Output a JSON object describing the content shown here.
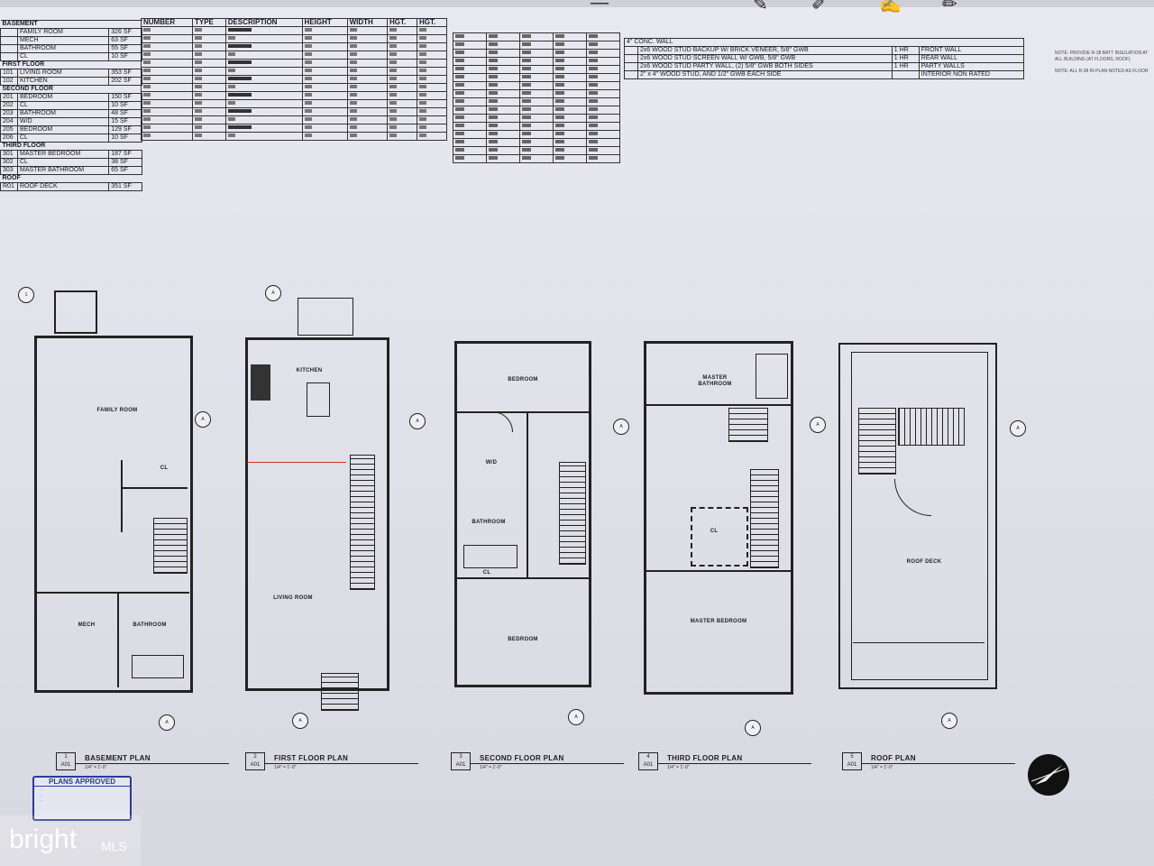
{
  "toolbar": {
    "icons": [
      "ellipsis-icon",
      "comment-icon",
      "pen-icon",
      "sign-icon",
      "edit-icon"
    ]
  },
  "room_schedule": {
    "sections": [
      {
        "name": "BASEMENT",
        "rows": [
          [
            "",
            "FAMILY ROOM",
            "326 SF"
          ],
          [
            "",
            "MECH",
            "63 SF"
          ],
          [
            "",
            "BATHROOM",
            "55 SF"
          ],
          [
            "",
            "CL",
            "10 SF"
          ]
        ]
      },
      {
        "name": "FIRST FLOOR",
        "rows": [
          [
            "101",
            "LIVING ROOM",
            "353 SF"
          ],
          [
            "102",
            "KITCHEN",
            "202 SF"
          ]
        ]
      },
      {
        "name": "SECOND FLOOR",
        "rows": [
          [
            "201",
            "BEDROOM",
            "150 SF"
          ],
          [
            "202",
            "CL",
            "10 SF"
          ],
          [
            "203",
            "BATHROOM",
            "48 SF"
          ],
          [
            "204",
            "W/D",
            "15 SF"
          ],
          [
            "205",
            "BEDROOM",
            "129 SF"
          ],
          [
            "206",
            "CL",
            "10 SF"
          ]
        ]
      },
      {
        "name": "THIRD FLOOR",
        "rows": [
          [
            "301",
            "MASTER BEDROOM",
            "187 SF"
          ],
          [
            "302",
            "CL",
            "38 SF"
          ],
          [
            "303",
            "MASTER BATHROOM",
            "65 SF"
          ]
        ]
      },
      {
        "name": "ROOF",
        "rows": [
          [
            "R01",
            "ROOF DECK",
            "351 SF"
          ]
        ]
      }
    ]
  },
  "door_schedule": {
    "headers": [
      "NUMBER",
      "TYPE",
      "DESCRIPTION",
      "HEIGHT",
      "WIDTH",
      "HGT.",
      "HGT."
    ],
    "row_count": 14
  },
  "window_schedule": {
    "row_count": 16
  },
  "wall_types": {
    "title": "4\" CONC. WALL",
    "rows": [
      [
        "",
        "2x6 WOOD STUD BACKUP W/ BRICK VENEER, 5/8\" GWB",
        "1 HR",
        "FRONT WALL"
      ],
      [
        "",
        "2x6 WOOD STUD SCREEN WALL W/ GWB, 5/8\" GWB",
        "1 HR",
        "REAR WALL"
      ],
      [
        "",
        "2x6 WOOD STUD PARTY WALL, (2) 5/8\" GWB BOTH SIDES",
        "1 HR",
        "PARTY WALLS"
      ],
      [
        "",
        "2\" x 4\" WOOD STUD, AND 1/2\" GWB EACH SIDE",
        "",
        "INTERIOR NON RATED"
      ]
    ]
  },
  "notes": {
    "lines": [
      "NOTE: PROVIDE R-38 BATT INSULATION AT",
      "ALL BUILDING (AT FLOORS, ROOF)",
      "",
      "NOTE: ALL R-38 IN PLAN NOTED AS FLOOR"
    ]
  },
  "plans": [
    {
      "num": "1",
      "sheet": "A01",
      "title": "BASEMENT PLAN",
      "scale": "1/4\" = 1'-0\"",
      "rooms": [
        "FAMILY ROOM",
        "CL",
        "MECH",
        "BATHROOM"
      ]
    },
    {
      "num": "2",
      "sheet": "A01",
      "title": "FIRST FLOOR PLAN",
      "scale": "1/4\" = 1'-0\"",
      "rooms": [
        "KITCHEN",
        "LIVING ROOM"
      ]
    },
    {
      "num": "3",
      "sheet": "A01",
      "title": "SECOND FLOOR PLAN",
      "scale": "1/4\" = 1'-0\"",
      "rooms": [
        "BEDROOM",
        "W/D",
        "BATHROOM",
        "CL",
        "BEDROOM"
      ]
    },
    {
      "num": "4",
      "sheet": "A01",
      "title": "THIRD FLOOR PLAN",
      "scale": "1/4\" = 1'-0\"",
      "rooms": [
        "MASTER BATHROOM",
        "CL",
        "MASTER BEDROOM"
      ]
    },
    {
      "num": "5",
      "sheet": "A01",
      "title": "ROOF PLAN",
      "scale": "1/4\" = 1'-0\"",
      "rooms": [
        "ROOF DECK"
      ]
    }
  ],
  "stamp": {
    "title": "PLANS APPROVED",
    "lines": [
      "...",
      "...",
      "..."
    ]
  },
  "watermark": {
    "brand": "bright",
    "suffix": "MLS"
  }
}
